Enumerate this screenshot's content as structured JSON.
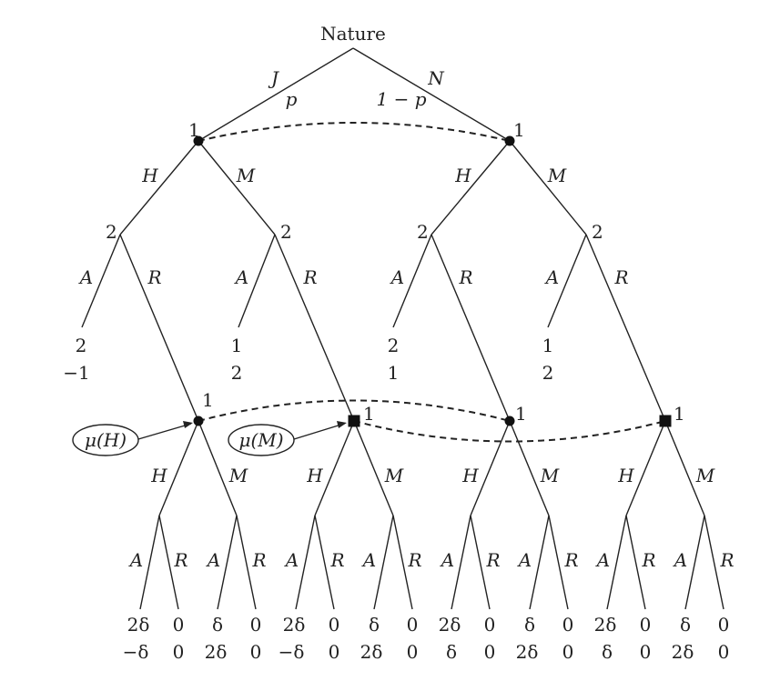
{
  "root": {
    "label": "Nature"
  },
  "nature_moves": [
    {
      "action": "J",
      "prob": "p"
    },
    {
      "action": "N",
      "prob": "1 − p"
    }
  ],
  "players": {
    "p1": "1",
    "p2": "2"
  },
  "actions": {
    "high": "H",
    "mid": "M",
    "accept": "A",
    "reject": "R"
  },
  "beliefs": {
    "mu_h": "μ(H)",
    "mu_m": "μ(M)"
  },
  "early_payoffs": [
    {
      "p1": "2",
      "p2": "−1"
    },
    {
      "p1": "1",
      "p2": "2"
    },
    {
      "p1": "2",
      "p2": "1"
    },
    {
      "p1": "1",
      "p2": "2"
    }
  ],
  "terminal_payoffs": [
    {
      "p1": "2δ",
      "p2": "−δ"
    },
    {
      "p1": "0",
      "p2": "0"
    },
    {
      "p1": "δ",
      "p2": "2δ"
    },
    {
      "p1": "0",
      "p2": "0"
    },
    {
      "p1": "2δ",
      "p2": "−δ"
    },
    {
      "p1": "0",
      "p2": "0"
    },
    {
      "p1": "δ",
      "p2": "2δ"
    },
    {
      "p1": "0",
      "p2": "0"
    },
    {
      "p1": "2δ",
      "p2": "δ"
    },
    {
      "p1": "0",
      "p2": "0"
    },
    {
      "p1": "δ",
      "p2": "2δ"
    },
    {
      "p1": "0",
      "p2": "0"
    },
    {
      "p1": "2δ",
      "p2": "δ"
    },
    {
      "p1": "0",
      "p2": "0"
    },
    {
      "p1": "δ",
      "p2": "2δ"
    },
    {
      "p1": "0",
      "p2": "0"
    }
  ]
}
